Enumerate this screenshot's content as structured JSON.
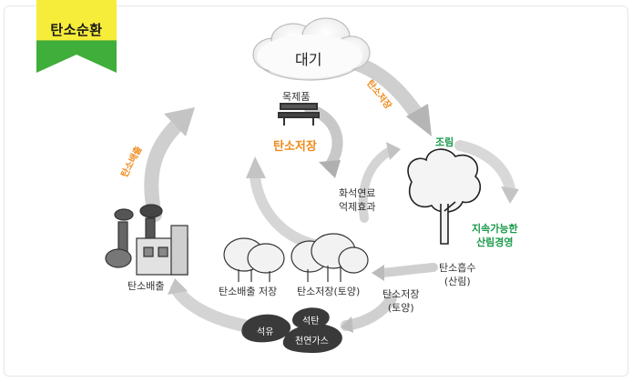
{
  "badge": {
    "title": "탄소순환",
    "color_top": "#f6ec3a",
    "color_bottom": "#3fae3a"
  },
  "nodes": {
    "atmosphere": "대기",
    "wood_products": "목제품",
    "carbon_storage_center": "탄소저장",
    "reforestation": "조림",
    "fossil_fuel_suppression": [
      "화석연료",
      "억제효과"
    ],
    "sustainable_forest": [
      "지속가능한",
      "산림경영"
    ],
    "carbon_absorption": [
      "탄소흡수",
      "(산림)"
    ],
    "carbon_storage_soil_right": [
      "탄소저장",
      "(토양)"
    ],
    "carbon_emission": "탄소배출",
    "carbon_emission_storage": "탄소배출 저장",
    "carbon_storage_soil": "탄소저장(토양)",
    "fossil": {
      "oil": "석유",
      "coal": "석탄",
      "gas": "천연가스"
    }
  },
  "arrow_labels": {
    "to_atmosphere": "탄소배출",
    "from_atmosphere": "탄소저장"
  },
  "colors": {
    "orange": "#f08a1c",
    "green": "#1a9a4a",
    "arrow": "#c9c9c9"
  }
}
